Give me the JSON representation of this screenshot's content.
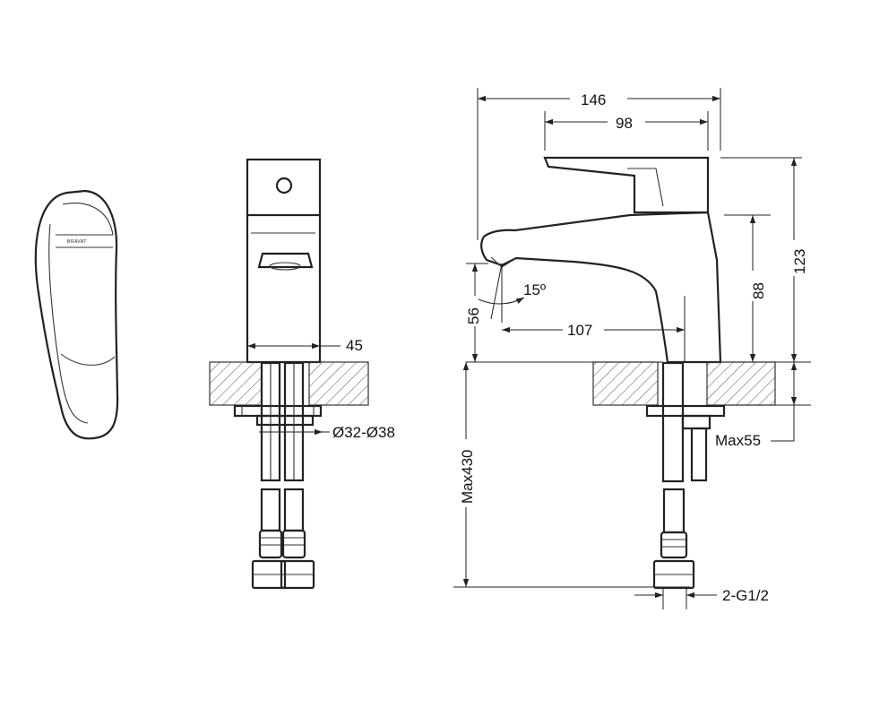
{
  "brand_mark": "BRAVAT",
  "dimensions": {
    "overall_width": "146",
    "handle_width": "98",
    "overall_height": "123",
    "spout_height": "88",
    "base_width": "45",
    "hole_diameter": "Ø32-Ø38",
    "spout_tilt": "15º",
    "aerator_height": "56",
    "spout_reach": "107",
    "max_hose_length": "Max430",
    "max_counter_thickness": "Max55",
    "connection": "2-G1/2"
  },
  "colors": {
    "line": "#222222",
    "background": "#ffffff"
  }
}
